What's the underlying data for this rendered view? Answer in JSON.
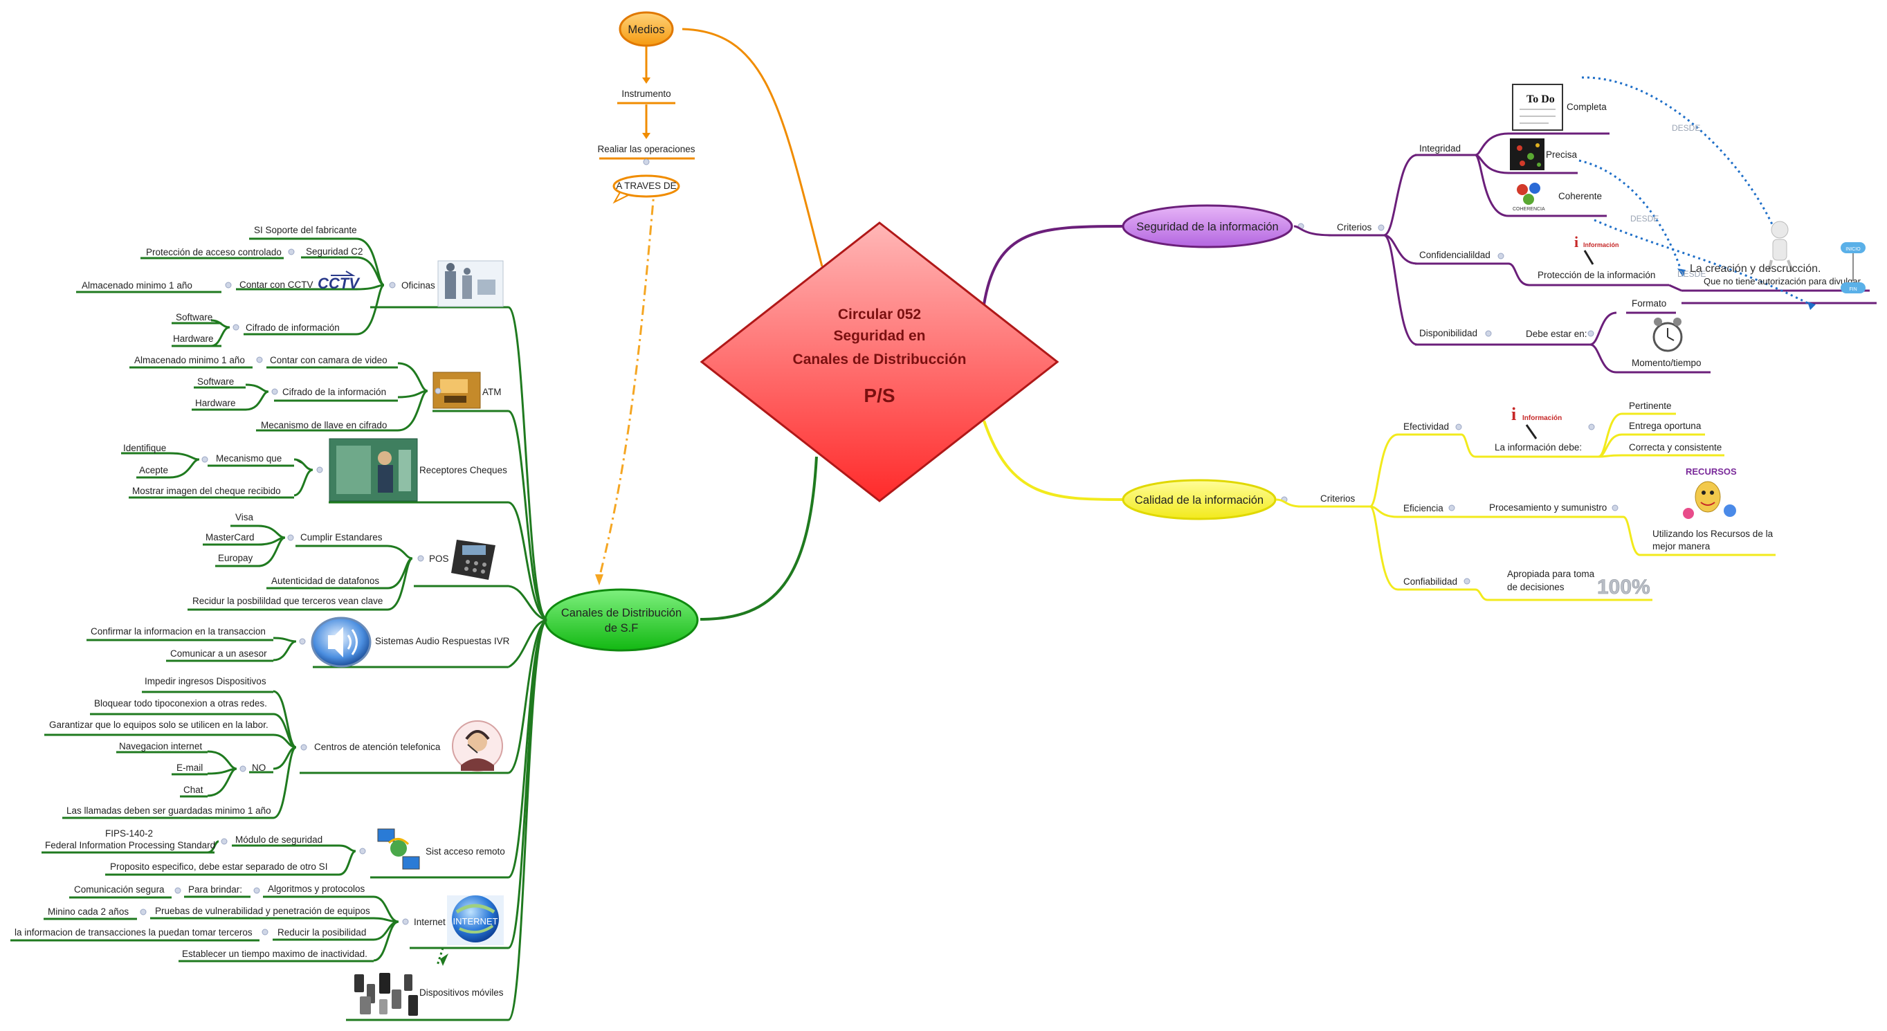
{
  "center": {
    "line1": "Circular 052",
    "line2": "Seguridad en",
    "line3": "Canales de Distribucción",
    "tag": "P/S"
  },
  "medios": {
    "label": "Medios",
    "instrumento": "Instrumento",
    "realiar": "Realiar las operaciones",
    "callout": "A TRAVES DE"
  },
  "canales": {
    "line1": "Canales de Distribución",
    "line2": "de S.F"
  },
  "oficinas": {
    "label": "Oficinas",
    "soporte": "SI Soporte del fabricante",
    "seguridad_c2": "Seguridad C2",
    "proteccion": "Protección de acceso controlado",
    "cctv": "Contar con CCTV",
    "cctv_logo": "CCTV",
    "almacenado": "Almacenado minimo 1 año",
    "cifrado": "Cifrado de información",
    "software": "Software",
    "hardware": "Hardware"
  },
  "atm": {
    "label": "ATM",
    "almacenado": "Almacenado minimo 1 año",
    "camara": "Contar con camara de video",
    "software": "Software",
    "hardware": "Hardware",
    "cifrado": "Cifrado de la información",
    "mecanismo": "Mecanismo de llave en cifrado"
  },
  "receptores": {
    "label": "Receptores Cheques",
    "identifique": "Identifique",
    "acepte": "Acepte",
    "mecanismo": "Mecanismo que",
    "mostrar": "Mostrar imagen del cheque recibido"
  },
  "pos": {
    "label": "POS",
    "visa": "Visa",
    "mastercard": "MasterCard",
    "europay": "Europay",
    "cumplir": "Cumplir Estandares",
    "autenticidad": "Autenticidad de datafonos",
    "recidur": "Recidur la posbilildad que terceros vean clave"
  },
  "ivr": {
    "label": "Sistemas Audio Respuestas IVR",
    "confirmar": "Confirmar la informacion en la transaccion",
    "comunicar": "Comunicar a un asesor"
  },
  "centros": {
    "label": "Centros de atención telefonica",
    "impedir": "Impedir ingresos Dispositivos",
    "bloquear": "Bloquear todo tipoconexion a otras redes.",
    "garantizar": "Garantizar que lo equipos solo se utilicen en la labor.",
    "navegacion": "Navegacion internet",
    "no": "NO",
    "email": "E-mail",
    "chat": "Chat",
    "llamadas": "Las llamadas deben ser guardadas minimo 1 año"
  },
  "remoto": {
    "label": "Sist acceso remoto",
    "fips1": "FIPS-140-2",
    "fips2": "Federal Information Processing Standard",
    "modulo": "Módulo de seguridad",
    "proposito": "Proposito especifico, debe estar separado de otro SI"
  },
  "internet": {
    "label": "Internet",
    "globe_text": "INTERNET",
    "comunicacion": "Comunicación segura",
    "para": "Para brindar:",
    "algoritmos": "Algoritmos y protocolos",
    "minino": "Minino cada 2 años",
    "pruebas": "Pruebas de vulnerabilidad y penetración de equipos",
    "transacciones": "la informacion de transacciones la puedan tomar terceros",
    "reducir": "Reducir la posibilidad",
    "establecer": "Establecer un tiempo maximo de inactividad."
  },
  "moviles": {
    "label": "Dispositivos móviles"
  },
  "seguridad": {
    "label": "Seguridad de la información",
    "criterios": "Criterios",
    "integridad": "Integridad",
    "completa": "Completa",
    "todo_img": "To Do",
    "precisa": "Precisa",
    "coherente": "Coherente",
    "coherencia_img": "COHERENCIA",
    "confidencialidad": "Confidencialildad",
    "proteccion": "Protección de la información",
    "informacion_img": "Información",
    "disponibilidad": "Disponibilidad",
    "debe_estar": "Debe estar en:",
    "formato": "Formato",
    "momento": "Momento/tiempo",
    "desde1": "DESDE",
    "desde2": "DESDE",
    "desde3": "DESDE",
    "creacion": "La creación y descrucción.",
    "autorizacion": "Que no tiene autorización para divulgar.",
    "inicio": "INICIO",
    "fin": "FIN"
  },
  "calidad": {
    "label": "Calidad de la información",
    "criterios": "Criterios",
    "efectividad": "Efectividad",
    "debe": "La información debe:",
    "informacion_img": "Información",
    "pertinente": "Pertinente",
    "entrega": "Entrega oportuna",
    "correcta": "Correcta y consistente",
    "eficiencia": "Eficiencia",
    "procesamiento": "Procesamiento y sumunistro",
    "recursos_img": "RECURSOS",
    "utilizando1": "Utilizando los Recursos de la",
    "utilizando2": "mejor manera",
    "confiabilidad": "Confiabilidad",
    "apropiada1": "Apropiada para toma",
    "apropiada2": "de decisiones",
    "cien": "100%"
  },
  "colors": {
    "green": "#1f7a1f",
    "orange": "#f08c00",
    "purple": "#6b1f7a",
    "yellow": "#f2ea1c",
    "center_fill": "#f25555"
  }
}
